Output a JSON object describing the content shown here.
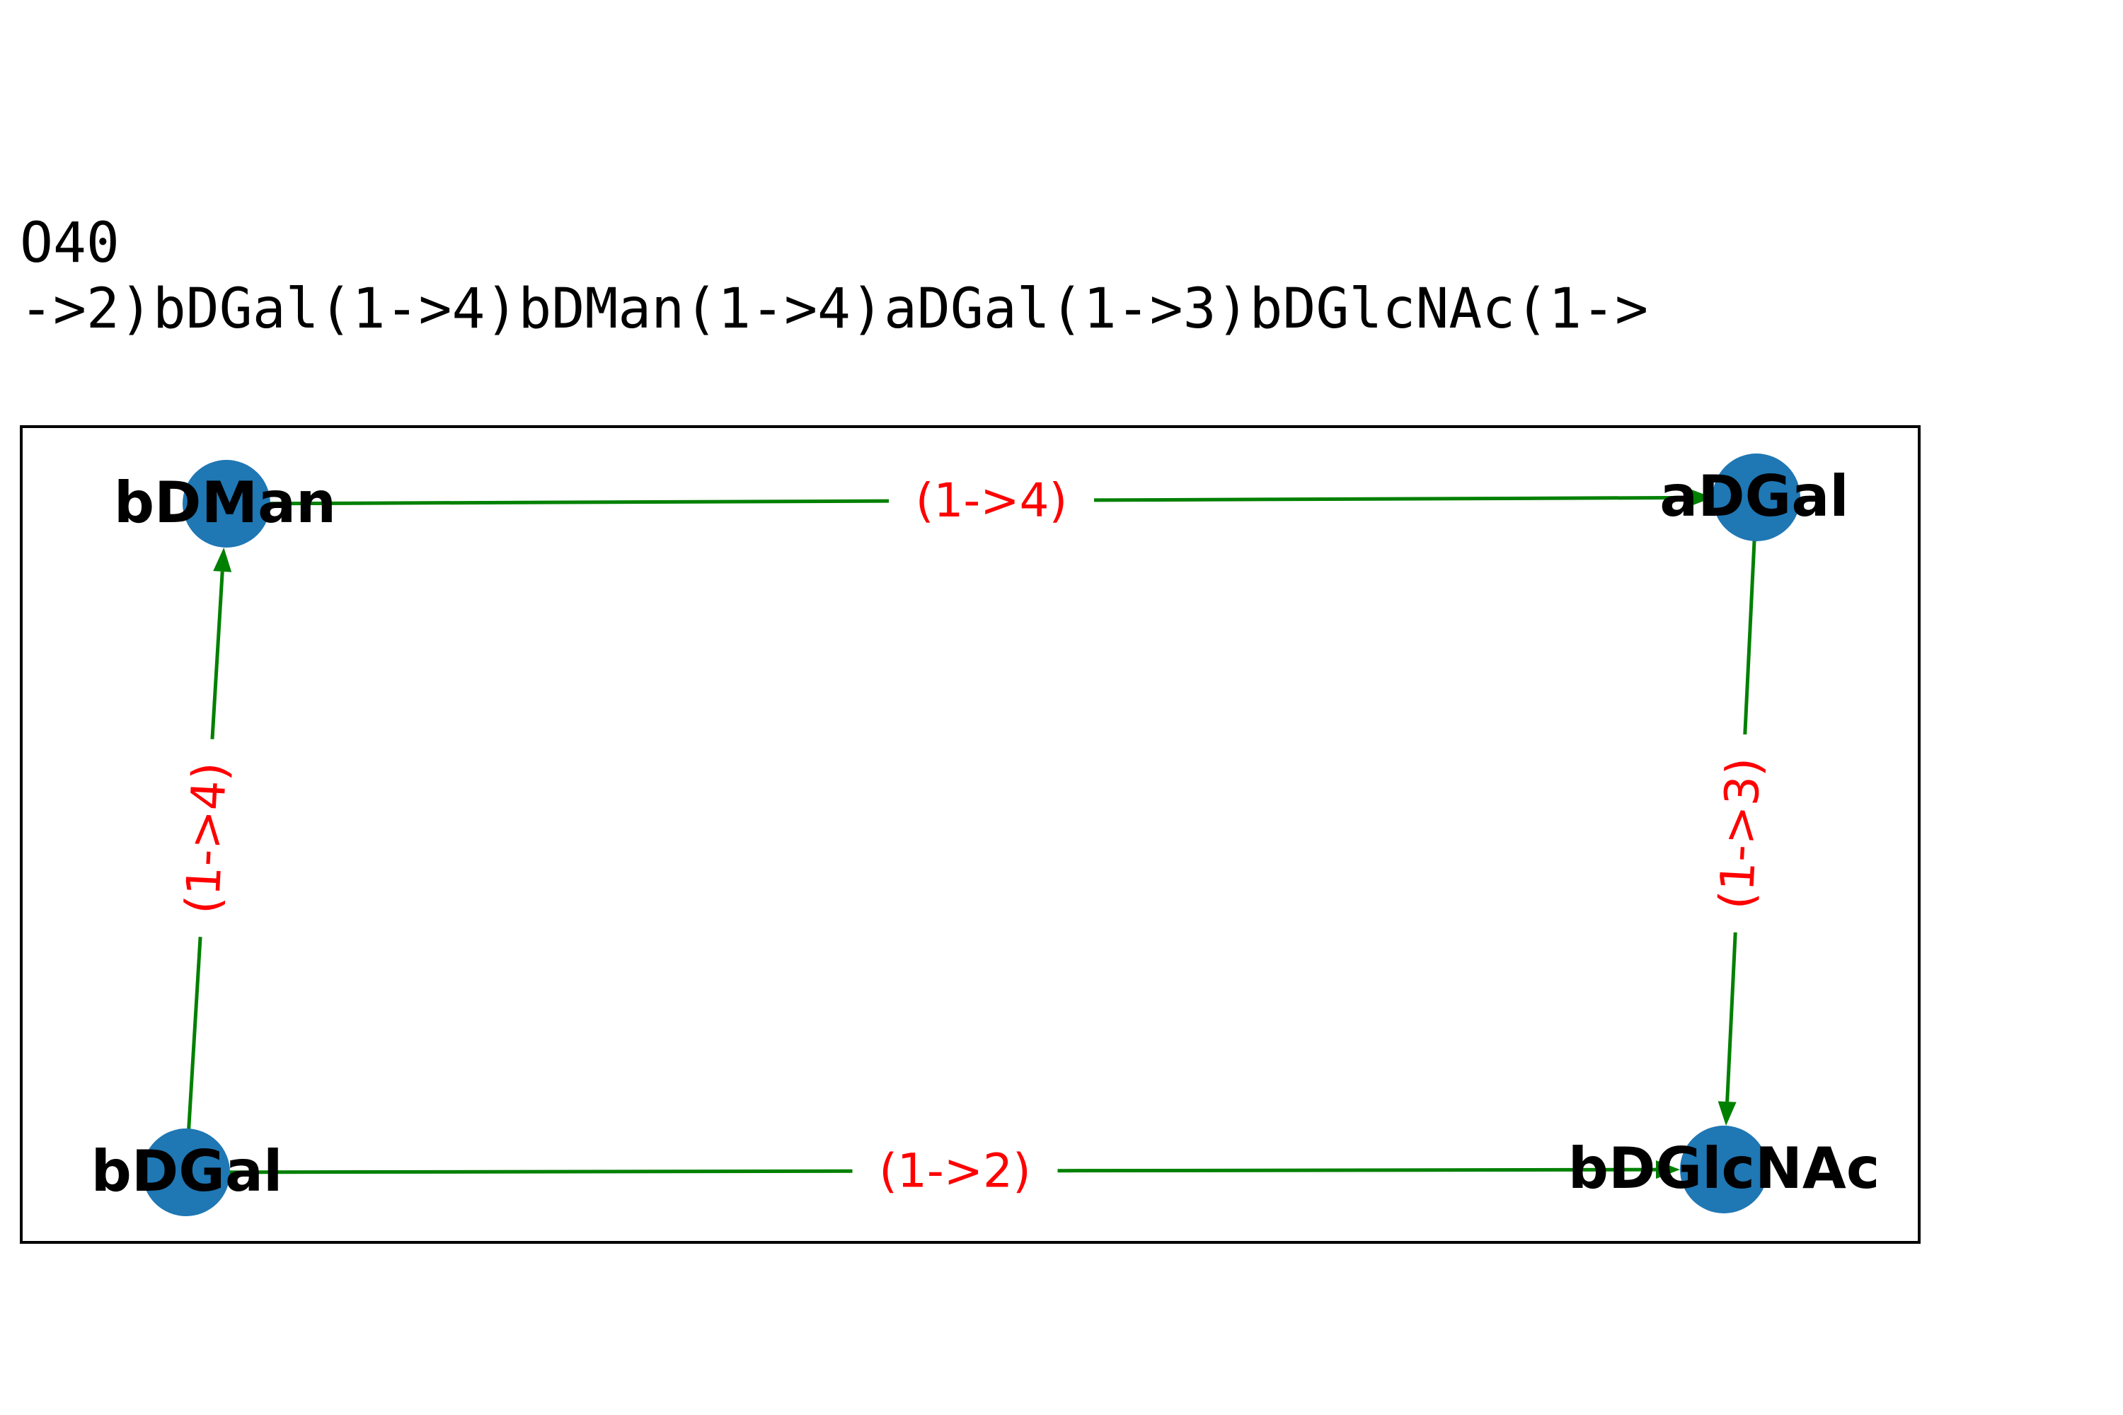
{
  "title": {
    "id": "O40",
    "sequence": "->2)bDGal(1->4)bDMan(1->4)aDGal(1->3)bDGlcNAc(1->"
  },
  "colors": {
    "node": "#1f77b4",
    "edge": "#008000",
    "edge_label": "#ff0000",
    "frame": "#000000"
  },
  "nodes": [
    {
      "id": "bDMan",
      "label": "bDMan"
    },
    {
      "id": "aDGal",
      "label": "aDGal"
    },
    {
      "id": "bDGlcNAc",
      "label": "bDGlcNAc"
    },
    {
      "id": "bDGal",
      "label": "bDGal"
    }
  ],
  "edges": [
    {
      "from": "bDMan",
      "to": "aDGal",
      "label": "(1->4)"
    },
    {
      "from": "aDGal",
      "to": "bDGlcNAc",
      "label": "(1->3)"
    },
    {
      "from": "bDGal",
      "to": "bDGlcNAc",
      "label": "(1->2)"
    },
    {
      "from": "bDGal",
      "to": "bDMan",
      "label": "(1->4)"
    }
  ]
}
